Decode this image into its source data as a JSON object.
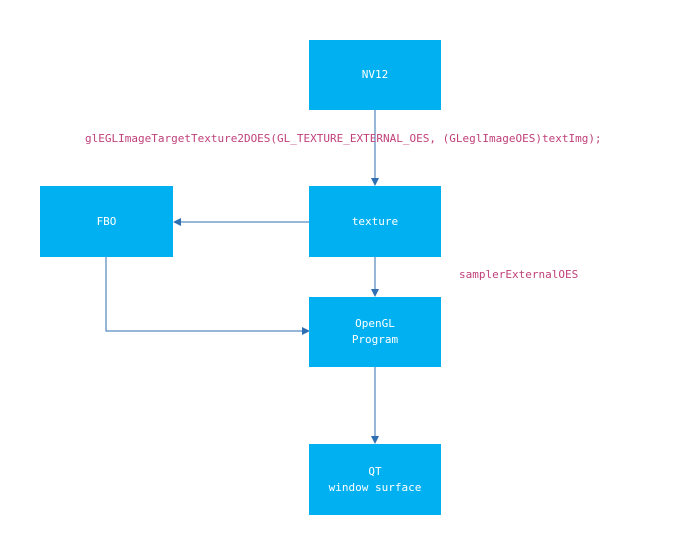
{
  "nodes": {
    "nv12": {
      "lines": [
        "NV12"
      ]
    },
    "texture": {
      "lines": [
        "texture"
      ]
    },
    "fbo": {
      "lines": [
        "FBO"
      ]
    },
    "opengl": {
      "lines": [
        "OpenGL",
        "Program"
      ]
    },
    "qt": {
      "lines": [
        "QT",
        "window surface"
      ]
    }
  },
  "edges": {
    "nv12_to_texture": "glEGLImageTargetTexture2DOES(GL_TEXTURE_EXTERNAL_OES, (GLeglImageOES)textImg);",
    "texture_to_opengl": "samplerExternalOES"
  },
  "colors": {
    "box_fill": "#00b0f0",
    "box_text": "#ffffff",
    "arrow": "#2f6fb2",
    "edge_label": "#c0407a"
  }
}
